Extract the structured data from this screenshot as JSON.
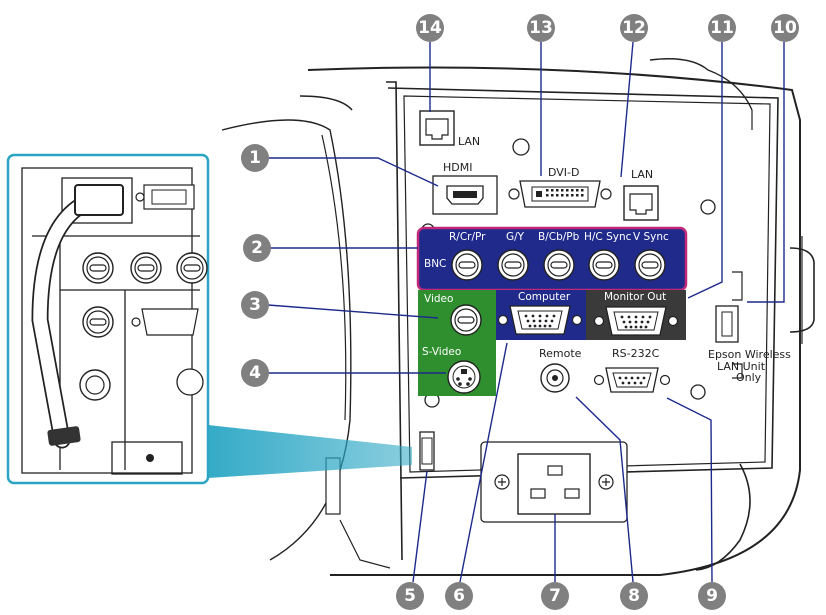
{
  "ports": {
    "lan_top": "LAN",
    "hdmi": "HDMI",
    "dvi_d": "DVI-D",
    "lan_right": "LAN",
    "bnc": "BNC",
    "bnc_r": "R/Cr/Pr",
    "bnc_g": "G/Y",
    "bnc_b": "B/Cb/Pb",
    "bnc_h": "H/C Sync",
    "bnc_v": "V Sync",
    "video": "Video",
    "s_video": "S-Video",
    "computer": "Computer",
    "monitor_out": "Monitor Out",
    "remote": "Remote",
    "rs232c": "RS-232C",
    "wireless_1": "Epson Wireless",
    "wireless_2": "LAN Unit",
    "wireless_3": "Only"
  },
  "callouts": [
    "1",
    "2",
    "3",
    "4",
    "5",
    "6",
    "7",
    "8",
    "9",
    "10",
    "11",
    "12",
    "13",
    "14"
  ],
  "colors": {
    "bnc_panel": "#1f2a8a",
    "bnc_border": "#c2287a",
    "video_panel": "#2f8f2f",
    "computer_panel": "#1f2a8a",
    "monitor_panel": "#3a3a3a",
    "callout_fill": "#808080",
    "callout_line": "#1d2a8c",
    "inset_border": "#2aa6c4"
  }
}
